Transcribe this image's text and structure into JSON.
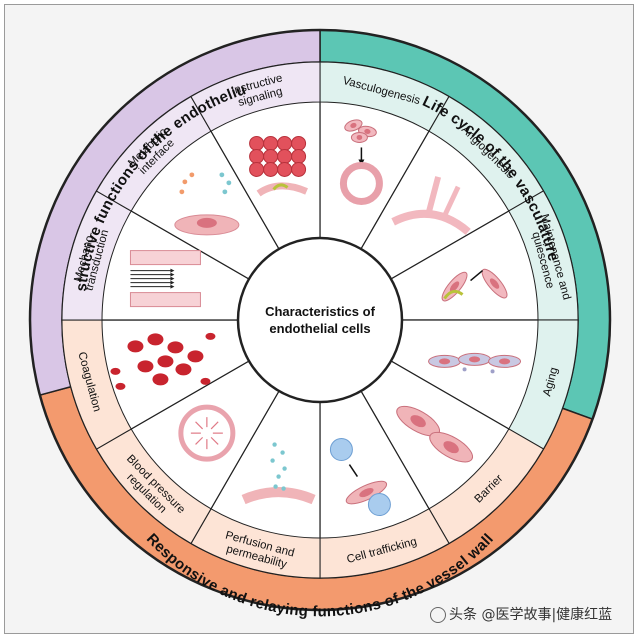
{
  "center": {
    "line1": "Characteristics of",
    "line2": "endothelial cells"
  },
  "groups": {
    "instructive": {
      "title": "Instructive functions of the endothelium",
      "color": "#d9c6e6",
      "inner_color": "#efe6f4"
    },
    "lifecycle": {
      "title": "Life cycle of the vasculature",
      "color": "#5cc6b4",
      "inner_color": "#dff2ee"
    },
    "responsive": {
      "title": "Responsive and relaying functions of the vessel wall",
      "color": "#f39a6e",
      "inner_color": "#fde4d6"
    }
  },
  "segments": [
    {
      "lines": [
        "Vasculogenesis"
      ],
      "icon": "vasculogenesis-icon",
      "group": "lifecycle"
    },
    {
      "lines": [
        "Angiogenesis"
      ],
      "icon": "angiogenesis-icon",
      "group": "lifecycle"
    },
    {
      "lines": [
        "Maintenance and",
        "quiescence"
      ],
      "icon": "quiescence-icon",
      "group": "lifecycle"
    },
    {
      "lines": [
        "Aging"
      ],
      "icon": "aging-icon",
      "group": "lifecycle"
    },
    {
      "lines": [
        "Barrier"
      ],
      "icon": "barrier-icon",
      "group": "responsive"
    },
    {
      "lines": [
        "Cell trafficking"
      ],
      "icon": "cell-trafficking-icon",
      "group": "responsive"
    },
    {
      "lines": [
        "Perfusion and",
        "permeability"
      ],
      "icon": "perfusion-icon",
      "group": "responsive"
    },
    {
      "lines": [
        "Blood pressure",
        "regulation"
      ],
      "icon": "blood-pressure-icon",
      "group": "responsive"
    },
    {
      "lines": [
        "Coagulation"
      ],
      "icon": "coagulation-icon",
      "group": "responsive"
    },
    {
      "lines": [
        "Mechano-",
        "transduction"
      ],
      "icon": "mechanotransduction-icon",
      "group": "instructive"
    },
    {
      "lines": [
        "Metabolic",
        "interface"
      ],
      "icon": "metabolic-icon",
      "group": "instructive"
    },
    {
      "lines": [
        "Instructive",
        "signaling"
      ],
      "icon": "signaling-icon",
      "group": "instructive"
    }
  ],
  "watermark": "头条 @医学故事|健康红蓝"
}
